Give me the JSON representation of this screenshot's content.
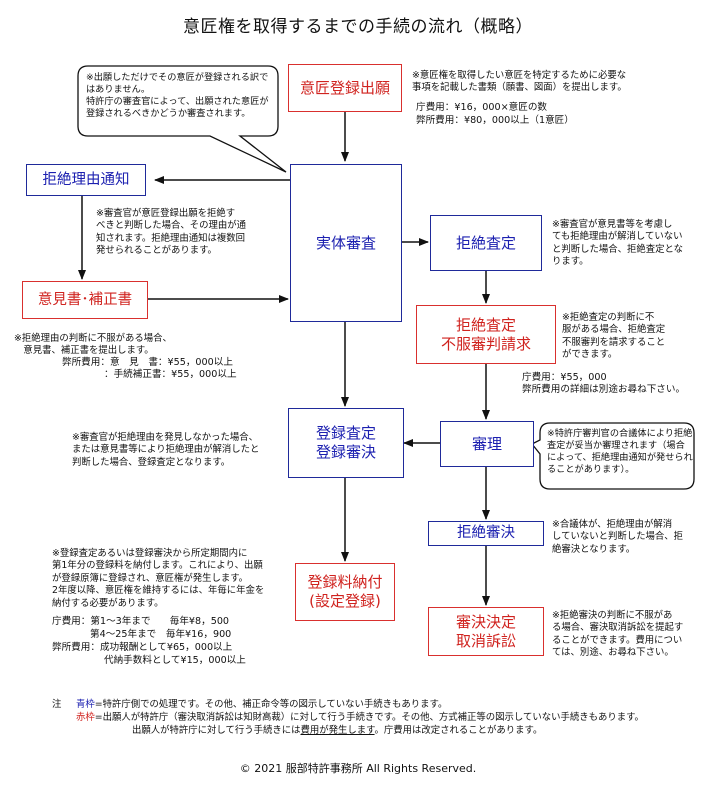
{
  "title": "意匠権を取得するまでの手続の流れ（概略）",
  "boxes": {
    "application": "意匠登録出願",
    "rejection_notice": "拒絶理由通知",
    "examination": "実体審査",
    "opinion": "意見書･補正書",
    "final_rejection": "拒絶査定",
    "appeal": "拒絶査定\n不服審判請求",
    "trial": "審理",
    "registration_decision": "登録査定\n登録審決",
    "appeal_rejection": "拒絶審決",
    "fee_payment": "登録料納付\n(設定登録)",
    "lawsuit": "審決決定\n取消訴訟"
  },
  "bubbles": {
    "top_left": "※出願しただけでその意匠が登録される訳ではありません。\n特許庁の審査官によって、出願された意匠が登録されるべきかどうか審査されます。",
    "right_trial": "※特許庁審判官の合議体により拒絶査定が妥当か審理されます（場合によって、拒絶理由通知が発せられることがあります）。"
  },
  "notes": {
    "application": "※意匠権を取得したい意匠を特定するために必要な\n事項を記載した書類（願書、図面）を提出します。",
    "application_fee1": "庁費用：¥16，000×意匠の数",
    "application_fee2": "弊所費用：¥80，000以上（1意匠）",
    "rejection_notice": "※審査官が意匠登録出願を拒絶す\nべきと判断した場合、その理由が通\n知されます。拒絶理由通知は複数回\n発せられることがあります。",
    "opinion": "※拒絶理由の判断に不服がある場合、\n　意見書、補正書を提出します。",
    "opinion_fee1": "弊所費用：意　見　書：¥55，000以上",
    "opinion_fee2": "：手続補正書：¥55，000以上",
    "final_rejection": "※審査官が意見書等を考慮し\nても拒絶理由が解消していない\nと判断した場合、拒絶査定とな\nります。",
    "appeal": "※拒絶査定の判断に不\n服がある場合、拒絶査定\n不服審判を請求すること\nができます。",
    "appeal_fee1": "庁費用：¥55，000",
    "appeal_fee2": "弊所費用の詳細は別途お尋ね下さい。",
    "registration_decision": "※審査官が拒絶理由を発見しなかった場合、\nまたは意見書等により拒絶理由が解消したと\n判断した場合、登録査定となります。",
    "appeal_rejection": "※合議体が、拒絶理由が解消\nしていないと判断した場合、拒\n絶審決となります。",
    "fee_payment": "※登録査定あるいは登録審決から所定期間内に\n第1年分の登録料を納付します。これにより、出願\nが登録原簿に登録され、意匠権が発生します。\n2年度以降、意匠権を維持するには、年毎に年金を\n納付する必要があります。",
    "fee_line1": "庁費用：第1～3年まで　　毎年¥8，500",
    "fee_line2": "第4～25年まで　毎年¥16，900",
    "fee_line3": "弊所費用：成功報酬として¥65，000以上",
    "fee_line4": "代納手数料として¥15，000以上",
    "lawsuit": "※拒絶審決の判断に不服があ\nる場合、審決取消訴訟を提起す\nることができます。費用につい\nては、別途、お尋ね下さい。"
  },
  "legend": {
    "mark": "注",
    "blue_label": "青枠",
    "blue_text": "=特許庁側での処理です。その他、補正命令等の図示していない手続きもあります。",
    "red_label": "赤枠",
    "red_text": "=出願人が特許庁（審決取消訴訟は知財高裁）に対して行う手続きです。その他、方式補正等の図示していない手続きもあります。",
    "line3_pre": "出願人が特許庁に対して行う手続きには",
    "line3_ul": "費用が発生します",
    "line3_post": "。庁費用は改定されることがあります。"
  },
  "footer": "© 2021 服部特許事務所 All Rights Reserved.",
  "colors": {
    "blue": "#1f2a9a",
    "red": "#d9302e"
  }
}
